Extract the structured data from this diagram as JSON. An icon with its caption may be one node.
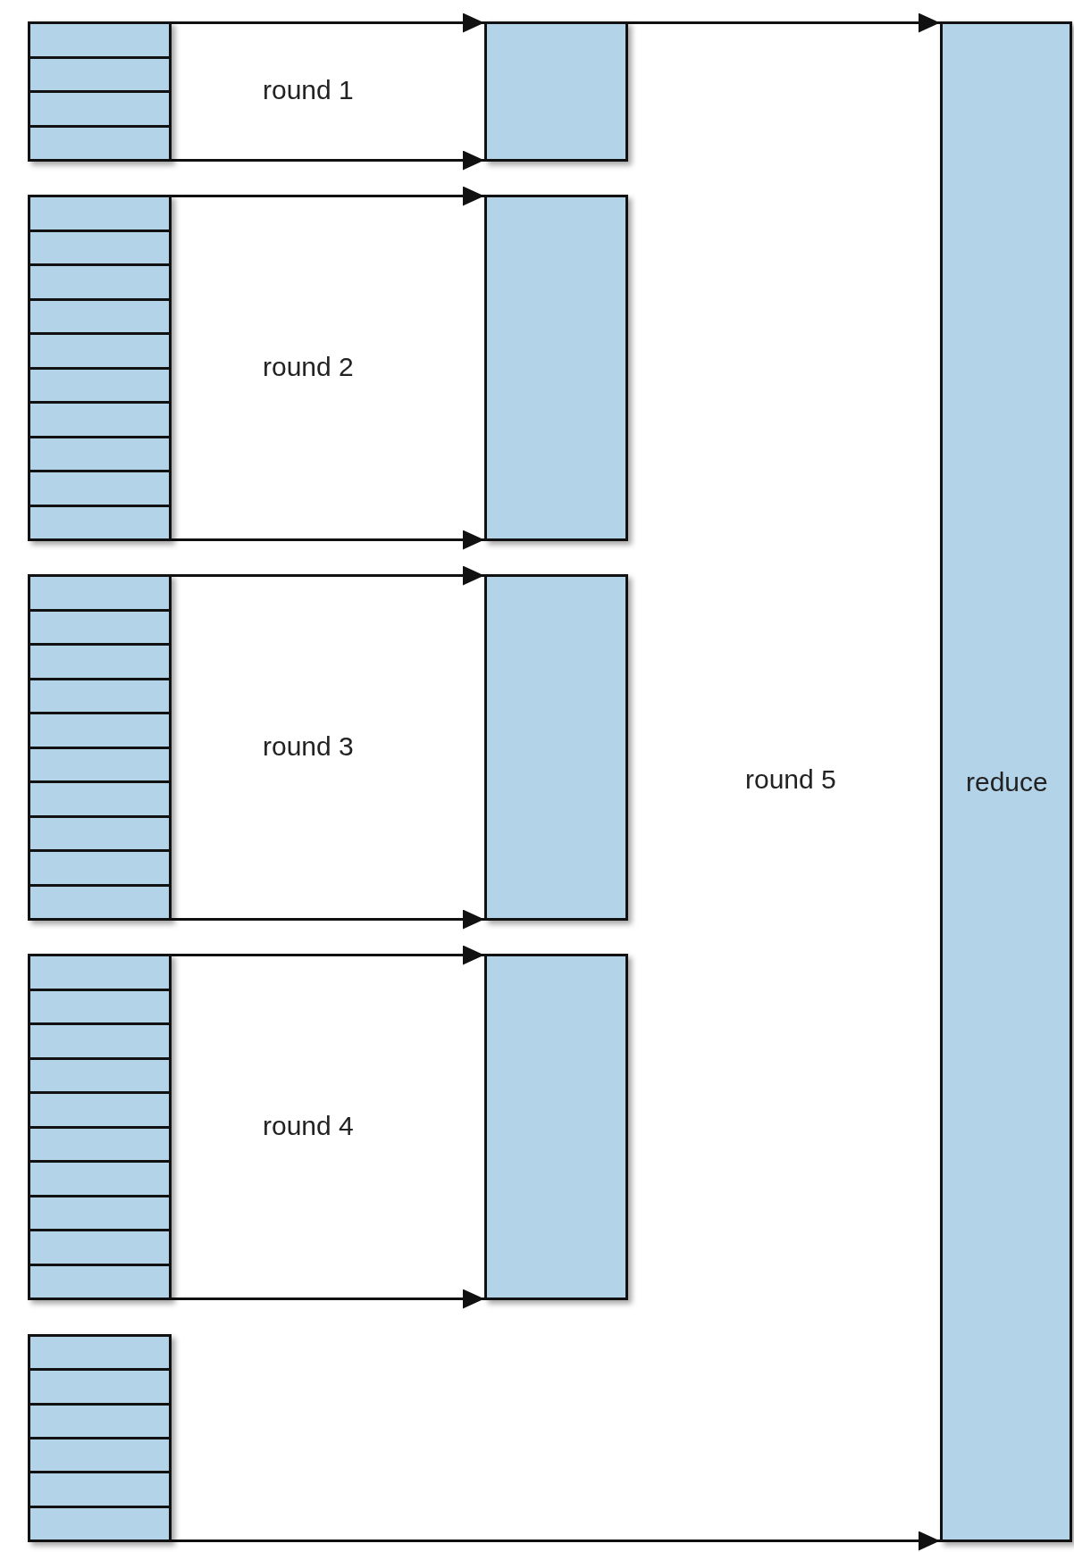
{
  "diagram": {
    "nodes": [
      {
        "text": [],
        "shape": "box"
      },
      {
        "text": [],
        "shape": "box"
      },
      {
        "text": [],
        "shape": "box"
      },
      {
        "text": [],
        "shape": "box"
      },
      {
        "text": [],
        "shape": "box"
      },
      {
        "text": [],
        "shape": "box"
      },
      {
        "text": [],
        "shape": "box"
      },
      {
        "text": [],
        "shape": "box"
      },
      {
        "text": [],
        "shape": "box"
      },
      {
        "text": [
          "reduce"
        ]
      }
    ],
    "edges": [
      {
        "from": 0,
        "to": 5,
        "arrow": "to"
      },
      {
        "from": 0,
        "to": 5,
        "arrow": "to"
      },
      {
        "from": 1,
        "to": 6,
        "arrow": "to"
      },
      {
        "from": 1,
        "to": 6,
        "arrow": "to"
      },
      {
        "from": 2,
        "to": 7,
        "arrow": "to"
      },
      {
        "from": 2,
        "to": 7,
        "arrow": "to"
      },
      {
        "from": 3,
        "to": 8,
        "arrow": "to"
      },
      {
        "from": 3,
        "to": 8,
        "arrow": "to"
      },
      {
        "from": 5,
        "to": 9,
        "arrow": "to"
      },
      {
        "from": 4,
        "to": 9,
        "arrow": "to"
      }
    ],
    "labels": [
      "round 1",
      "round 2",
      "round 3",
      "round 4",
      "round 5"
    ]
  }
}
